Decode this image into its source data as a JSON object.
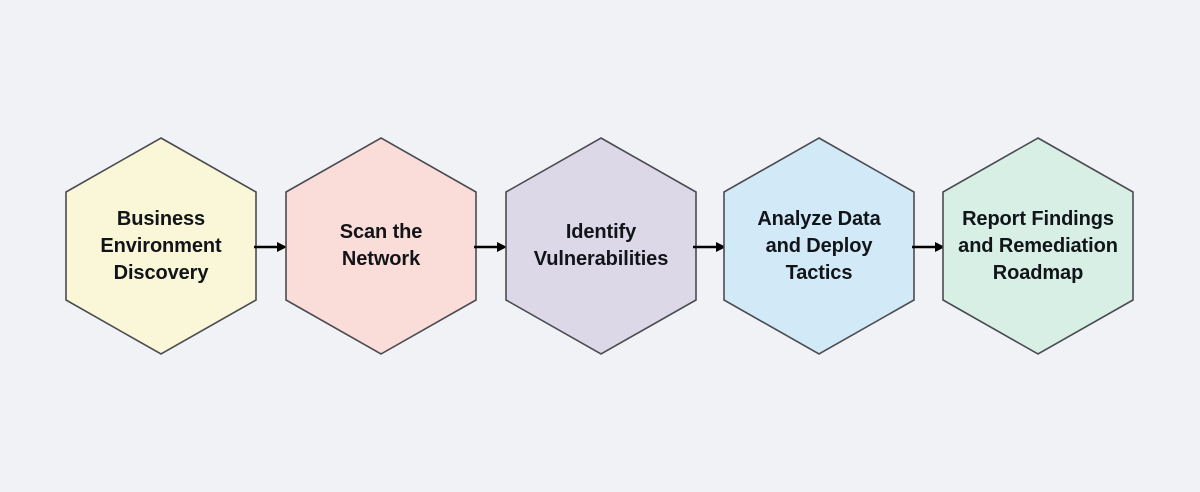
{
  "diagram": {
    "type": "horizontal-process-flow",
    "shape": "hexagon",
    "background_color": "#f1f2f5",
    "border_color": "#4b4b52",
    "text_color": "#111418",
    "arrow_color": "#000000",
    "steps": [
      {
        "index": 1,
        "label": "Business\nEnvironment\nDiscovery",
        "fill_color": "#faf6d8",
        "name": "business-environment-discovery"
      },
      {
        "index": 2,
        "label": "Scan the\nNetwork",
        "fill_color": "#fadcd9",
        "name": "scan-the-network"
      },
      {
        "index": 3,
        "label": "Identify\nVulnerabilities",
        "fill_color": "#dcd8e8",
        "name": "identify-vulnerabilities"
      },
      {
        "index": 4,
        "label": "Analyze Data\nand Deploy\nTactics",
        "fill_color": "#d2eaf7",
        "name": "analyze-data-and-deploy-tactics"
      },
      {
        "index": 5,
        "label": "Report Findings\nand Remediation\nRoadmap",
        "fill_color": "#d8efe6",
        "name": "report-findings-and-remediation-roadmap"
      }
    ],
    "connectors": [
      {
        "from": 1,
        "to": 2,
        "icon": "arrow-right-icon"
      },
      {
        "from": 2,
        "to": 3,
        "icon": "arrow-right-icon"
      },
      {
        "from": 3,
        "to": 4,
        "icon": "arrow-right-icon"
      },
      {
        "from": 4,
        "to": 5,
        "icon": "arrow-right-icon"
      }
    ]
  }
}
